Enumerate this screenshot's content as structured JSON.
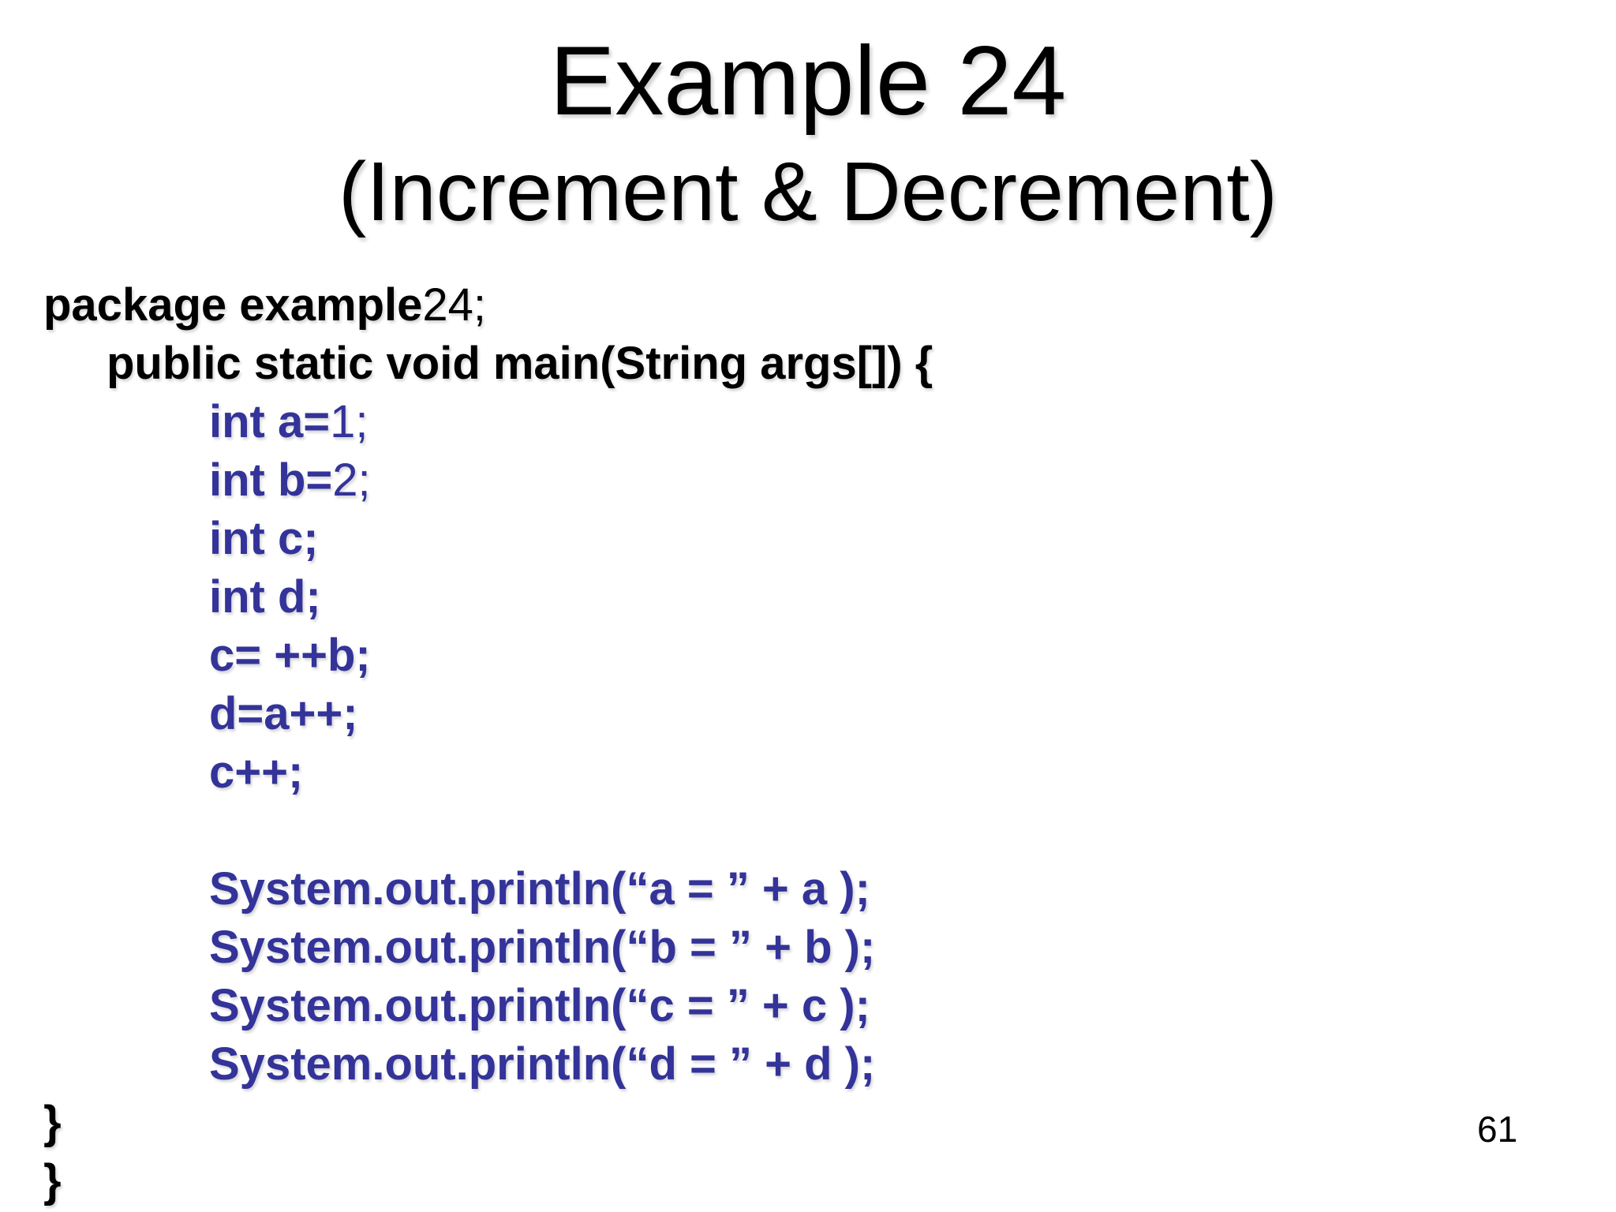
{
  "slide": {
    "title": "Example 24",
    "subtitle": "(Increment & Decrement)",
    "page_number": "61"
  },
  "colors": {
    "background": "#FFFFFF",
    "text_black": "#000000",
    "code_blue": "#333399"
  },
  "code": {
    "lines": [
      {
        "bold": "package example",
        "regular": "24;"
      },
      {
        "bold": "public static void main(String args[]) {"
      },
      {
        "bold": "int a=",
        "regular": "1;"
      },
      {
        "bold": "int b=",
        "regular": "2;"
      },
      {
        "bold": "int c;"
      },
      {
        "bold": "int d;"
      },
      {
        "bold": "c= ++b;"
      },
      {
        "bold": "d=a++;"
      },
      {
        "bold": "c++;"
      },
      {
        "bold": ""
      },
      {
        "bold": "System.out.println(“a = ” + a );"
      },
      {
        "bold": "System.out.println(“b = ” + b );"
      },
      {
        "bold": "System.out.println(“c = ” + c );"
      },
      {
        "bold": "System.out.println(“d = ” + d );"
      },
      {
        "bold": "}"
      },
      {
        "bold": "}"
      }
    ]
  }
}
